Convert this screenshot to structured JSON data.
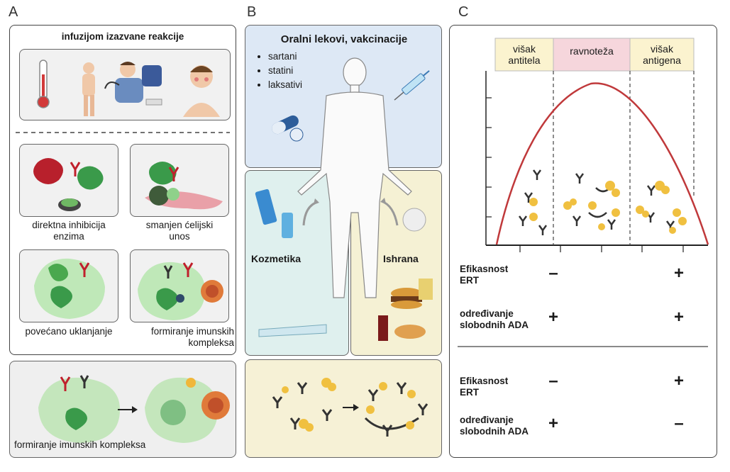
{
  "panels": {
    "a": "A",
    "b": "B",
    "c": "C"
  },
  "panel_a": {
    "infusion_title": "infuzijom izazvane reakcije",
    "direct_inhibition": "direktna inhibicija\nenzima",
    "reduced_uptake": "smanjen ćelijski\nunos",
    "increased_clearance": "povećano uklanjanje",
    "immune_complex": "formiranje imunskih\nkompleksa",
    "bottom_label": "formiranje imunskih kompleksa"
  },
  "panel_b": {
    "oral_title": "Oralni lekovi, vakcinacije",
    "oral_items": [
      "sartani",
      "statini",
      "laksativi"
    ],
    "cosmetics": "Kozmetika",
    "nutrition": "Ishrana"
  },
  "panel_c": {
    "zones": [
      "višak\nantitela",
      "ravnoteža",
      "višak\nantigena"
    ],
    "zone_colors": [
      "#fbf3cf",
      "#f6d6dc",
      "#fbf3cf"
    ],
    "curve_color": "#c0393b",
    "rows": [
      {
        "label": "Efikasnost\nERT",
        "left": "–",
        "right": "+"
      },
      {
        "label": "određivanje\nslobodnih ADA",
        "left": "+",
        "right": "+"
      },
      {
        "label": "Efikasnost\nERT",
        "left": "–",
        "right": "+"
      },
      {
        "label": "određivanje\nslobodnih ADA",
        "left": "+",
        "right": "–"
      }
    ]
  }
}
